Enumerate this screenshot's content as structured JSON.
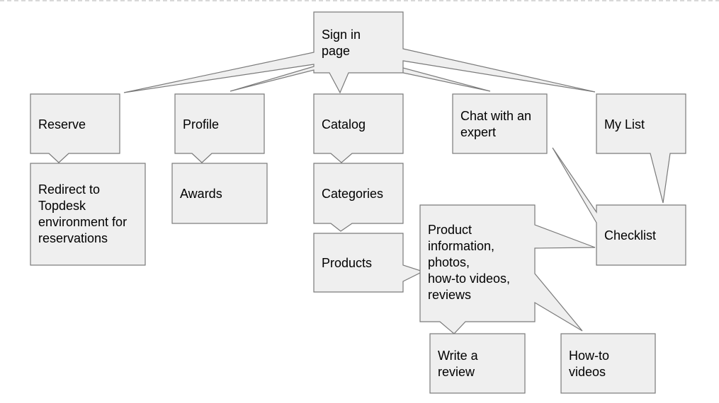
{
  "diagram": {
    "nodes": [
      {
        "id": "sign-in",
        "lines": [
          "Sign in",
          "page"
        ]
      },
      {
        "id": "reserve",
        "lines": [
          "Reserve"
        ]
      },
      {
        "id": "profile",
        "lines": [
          "Profile"
        ]
      },
      {
        "id": "catalog",
        "lines": [
          "Catalog"
        ]
      },
      {
        "id": "chat",
        "lines": [
          "Chat with an",
          "expert"
        ]
      },
      {
        "id": "my-list",
        "lines": [
          "My List"
        ]
      },
      {
        "id": "redirect",
        "lines": [
          "Redirect to",
          "Topdesk",
          "environment for",
          "reservations"
        ]
      },
      {
        "id": "awards",
        "lines": [
          "Awards"
        ]
      },
      {
        "id": "categories",
        "lines": [
          "Categories"
        ]
      },
      {
        "id": "products",
        "lines": [
          "Products"
        ]
      },
      {
        "id": "product-info",
        "lines": [
          "Product",
          "information,",
          "photos,",
          "how-to videos,",
          "reviews"
        ]
      },
      {
        "id": "checklist",
        "lines": [
          "Checklist"
        ]
      },
      {
        "id": "write-review",
        "lines": [
          "Write a",
          "review"
        ]
      },
      {
        "id": "how-to",
        "lines": [
          "How-to",
          "videos"
        ]
      }
    ]
  }
}
